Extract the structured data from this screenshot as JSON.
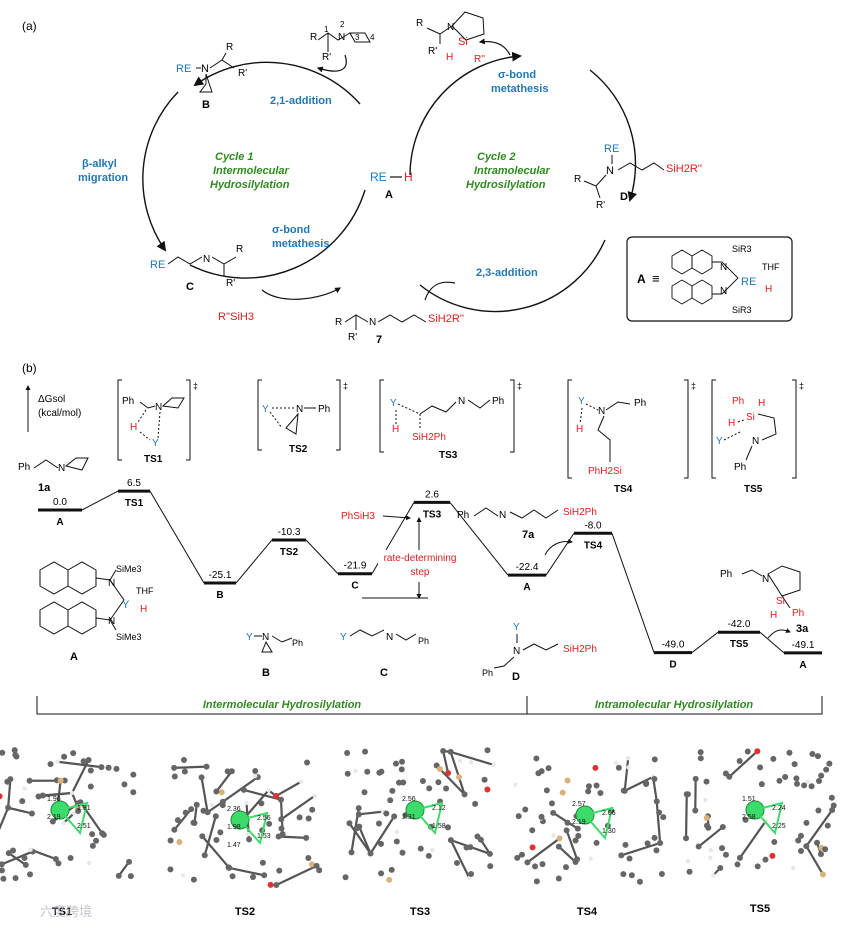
{
  "panel_a": {
    "label": "(a)",
    "cycle1": {
      "l1": "Cycle 1",
      "l2": "Intermolecular",
      "l3": "Hydrosilylation"
    },
    "cycle2": {
      "l1": "Cycle 2",
      "l2": "Intramolecular",
      "l3": "Hydrosilylation"
    },
    "steps": {
      "add21": "2,1-addition",
      "beta1": "β-alkyl",
      "beta2": "migration",
      "sigma_a1": "σ-bond",
      "sigma_a2": "metathesis",
      "sigma_b1": "σ-bond",
      "sigma_b2": "metathesis",
      "add23": "2,3-addition"
    },
    "center": {
      "re": "RE",
      "h": "H",
      "label": "A"
    },
    "species": {
      "B": "B",
      "C": "C",
      "D": "D",
      "seven": "7",
      "re": "RE",
      "r": "R",
      "rp": "R'",
      "rsih3": "R''SiH3",
      "sih2r": "SiH2R''",
      "si": "Si",
      "h": "H",
      "rpp": "R''",
      "n": "N",
      "n2": "2",
      "n1": "1",
      "n3": "3",
      "n4": "4"
    },
    "inset": {
      "a": "A",
      "eq": "≡",
      "sir3": "SiR3",
      "thf": "THF",
      "re": "RE",
      "h": "H",
      "n": "N"
    }
  },
  "panel_b": {
    "label": "(b)",
    "axis": {
      "dg": "ΔGsol",
      "unit": "(kcal/mol)"
    },
    "ts_labels": [
      "TS1",
      "TS2",
      "TS3",
      "TS4",
      "TS5"
    ],
    "ts_mark": "‡",
    "frag": {
      "ph": "Ph",
      "y": "Y",
      "h": "H",
      "n": "N",
      "si": "Si",
      "siH2ph": "SiH2Ph",
      "phh2si": "PhH2Si",
      "phsih3": "PhSiH3"
    },
    "energies": {
      "A0": "0.0",
      "TS1": "6.5",
      "B": "-25.1",
      "TS2": "-10.3",
      "C": "-21.9",
      "TS3": "2.6",
      "A2": "-22.4",
      "TS4": "-8.0",
      "D": "-49.0",
      "TS5": "-42.0",
      "A3": "-49.1"
    },
    "level_labels": {
      "A0": "A",
      "TS1": "TS1",
      "B": "B",
      "TS2": "TS2",
      "C": "C",
      "TS3": "TS3",
      "A2": "A",
      "TS4": "TS4",
      "D": "D",
      "TS5": "TS5",
      "A3": "A"
    },
    "rds": {
      "l1": "rate-determining",
      "l2": "step"
    },
    "struct_labels": {
      "s1a": "1a",
      "s7a": "7a",
      "s3a": "3a",
      "A": "A",
      "B": "B",
      "C": "C",
      "D": "D"
    },
    "cat": {
      "sime3": "SiMe3",
      "thf": "THF",
      "y": "Y",
      "h": "H",
      "n": "N"
    },
    "brackets": {
      "inter": "Intermolecular Hydrosilylation",
      "intra": "Intramolecular Hydrosilylation"
    }
  },
  "gallery": {
    "labels": [
      "TS1",
      "TS2",
      "TS3",
      "TS4",
      "TS5"
    ],
    "distances": {
      "ts1": [
        "1.96",
        "1.31",
        "2.19",
        "2.51"
      ],
      "ts2": [
        "2.36",
        "2.56",
        "1.98",
        "1.53",
        "1.47"
      ],
      "ts3": [
        "2.56",
        "2.12",
        "2.31",
        "1.58"
      ],
      "ts4": [
        "2.57",
        "2.06",
        "2.19",
        "1.30"
      ],
      "ts5": [
        "1.51",
        "2.24",
        "2.58",
        "2.25"
      ]
    },
    "watermark": "六度跨境"
  }
}
